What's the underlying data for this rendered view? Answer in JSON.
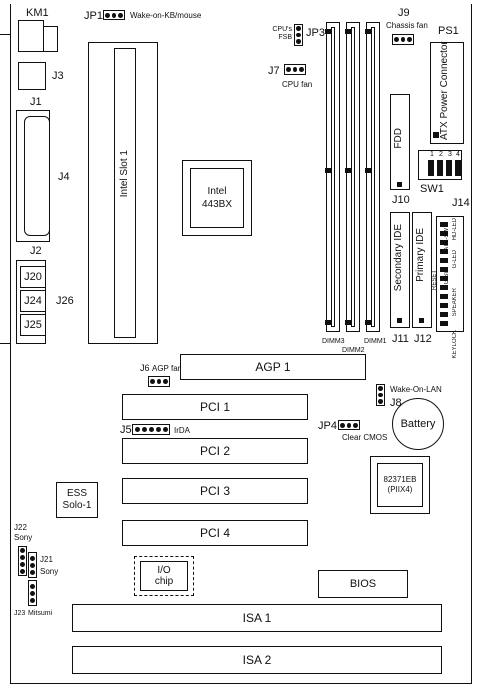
{
  "rear": {
    "km": "KM1",
    "j3": "J3",
    "j1": "J1",
    "j4": "J4",
    "j2": "J2",
    "j20": "J20",
    "j24": "J24",
    "j25": "J25",
    "j26": "J26"
  },
  "top": {
    "jp1": "JP1",
    "wake_kb": "Wake-on-KB/mouse",
    "cpu_fsb": "CPU's FSB",
    "jp3": "JP3",
    "j7": "J7",
    "cpu_fan": "CPU fan",
    "j9": "J9",
    "chassis_fan": "Chassis fan",
    "ps1": "PS1",
    "atx_power": "ATX Power Connector"
  },
  "board": {
    "intel_slot": "Intel Slot 1",
    "chipset_line1": "Intel",
    "chipset_line2": "443BX",
    "fdd": "FDD",
    "j10": "J10",
    "sw1": "SW1",
    "sw_numbers": [
      "1",
      "2",
      "3",
      "4"
    ],
    "j14": "J14",
    "secondary_ide": "Secondary IDE",
    "primary_ide": "Primary IDE",
    "j11": "J11",
    "j12": "J12",
    "dimm3": "DIMM3",
    "dimm2": "DIMM2",
    "dimm1": "DIMM1",
    "panel_labels": [
      "HD-LED",
      "ATX-SW",
      "G-LED",
      "G-SW",
      "RESET",
      "SPEAKER",
      "KEYLOCK"
    ]
  },
  "slots": {
    "agp_fan_j6": "J6",
    "agp_fan": "AGP fan",
    "agp": "AGP 1",
    "j8": "J8",
    "wake_lan": "Wake-On-LAN",
    "pci1": "PCI 1",
    "j5": "J5",
    "irda": "IrDA",
    "jp4": "JP4",
    "clear_cmos": "Clear CMOS",
    "battery": "Battery",
    "pci2": "PCI 2",
    "southbridge_line1": "82371EB",
    "southbridge_line2": "(PIIX4)",
    "ess_line1": "ESS",
    "ess_line2": "Solo-1",
    "pci3": "PCI 3",
    "pci4": "PCI 4",
    "j22": "J22",
    "sony_top": "Sony",
    "j21": "J21",
    "sony_right": "Sony",
    "j23": "J23",
    "mitsumi": "Mitsumi",
    "io_line1": "I/O",
    "io_line2": "chip",
    "bios": "BIOS",
    "isa1": "ISA 1",
    "isa2": "ISA 2"
  }
}
